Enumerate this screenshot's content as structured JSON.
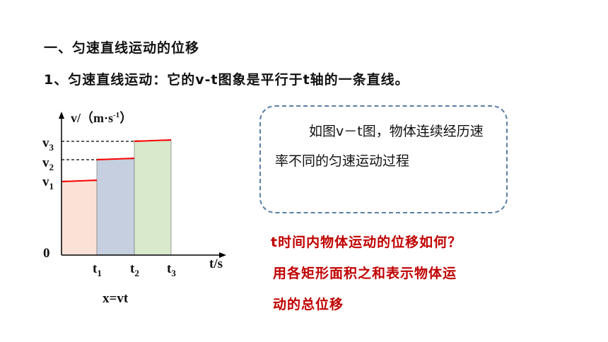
{
  "heading": "一、匀速直线运动的位移",
  "subheading": "1、匀速直线运动：它的v-t图象是平行于t轴的一条直线。",
  "graph": {
    "y_axis_label": "v/（m·s",
    "y_axis_exp": "-1",
    "y_axis_close": "）",
    "x_axis_label": "t/s",
    "origin": "0",
    "v_labels": [
      {
        "main": "v",
        "sub": "3"
      },
      {
        "main": "v",
        "sub": "2"
      },
      {
        "main": "v",
        "sub": "1"
      }
    ],
    "t_labels": [
      {
        "main": "t",
        "sub": "1"
      },
      {
        "main": "t",
        "sub": "2"
      },
      {
        "main": "t",
        "sub": "3"
      }
    ],
    "formula": "x=vt",
    "colors": {
      "segment1_fill": "#fae3d6",
      "segment2_fill": "#c5cfdf",
      "segment3_fill": "#d8e9cc",
      "velocity_line": "#ff0000",
      "axis": "#000000"
    }
  },
  "description": "如图v－t图，物体连续经历速率不同的匀速运动过程",
  "question": "t时间内物体运动的位移如何？",
  "answer_line1": "用各矩形面积之和表示物体运",
  "answer_line2": "动的总位移"
}
